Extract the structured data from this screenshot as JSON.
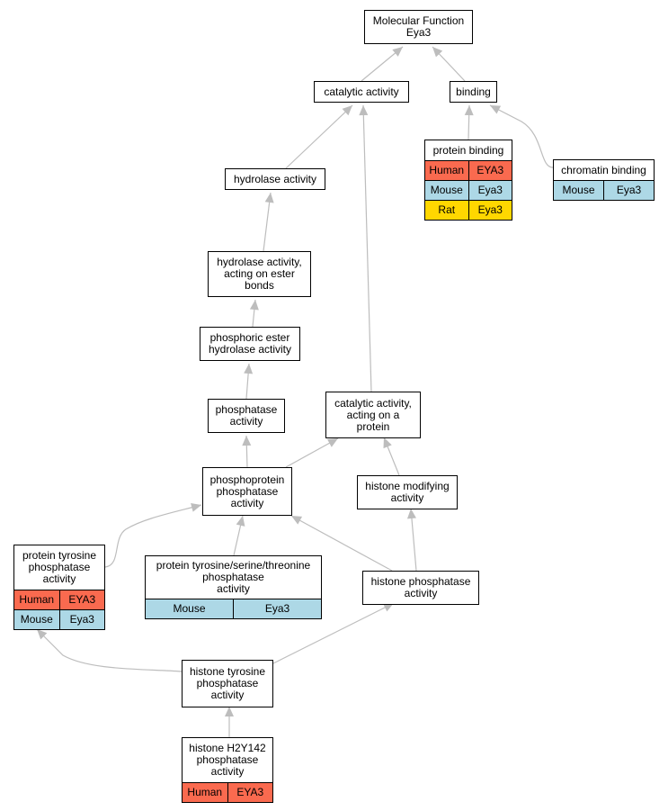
{
  "colors": {
    "edge": "#bdbdbd",
    "human": "#fa6a4f",
    "mouse": "#add8e6",
    "rat": "#ffd700",
    "border": "#000000",
    "node_fill": "#ffffff"
  },
  "nodes": {
    "molecular_function": {
      "label": "Molecular Function\nEya3",
      "rows": []
    },
    "catalytic_activity": {
      "label": "catalytic activity",
      "rows": []
    },
    "binding": {
      "label": "binding",
      "rows": []
    },
    "protein_binding": {
      "label": "protein binding",
      "rows": [
        {
          "species": "Human",
          "gene": "EYA3",
          "color": "#fa6a4f"
        },
        {
          "species": "Mouse",
          "gene": "Eya3",
          "color": "#add8e6"
        },
        {
          "species": "Rat",
          "gene": "Eya3",
          "color": "#ffd700"
        }
      ]
    },
    "chromatin_binding": {
      "label": "chromatin binding",
      "rows": [
        {
          "species": "Mouse",
          "gene": "Eya3",
          "color": "#add8e6"
        }
      ]
    },
    "hydrolase_activity": {
      "label": "hydrolase activity",
      "rows": []
    },
    "hydrolase_ester": {
      "label": "hydrolase activity,\nacting on ester\nbonds",
      "rows": []
    },
    "phosphoric_ester": {
      "label": "phosphoric ester\nhydrolase activity",
      "rows": []
    },
    "phosphatase_activity": {
      "label": "phosphatase\nactivity",
      "rows": []
    },
    "catalytic_on_protein": {
      "label": "catalytic activity,\nacting on a\nprotein",
      "rows": []
    },
    "phosphoprotein_phosphatase": {
      "label": "phosphoprotein\nphosphatase\nactivity",
      "rows": []
    },
    "histone_modifying": {
      "label": "histone modifying\nactivity",
      "rows": []
    },
    "protein_tyrosine_phosphatase": {
      "label": "protein tyrosine\nphosphatase\nactivity",
      "rows": [
        {
          "species": "Human",
          "gene": "EYA3",
          "color": "#fa6a4f"
        },
        {
          "species": "Mouse",
          "gene": "Eya3",
          "color": "#add8e6"
        }
      ]
    },
    "ptyr_ser_thr": {
      "label": "protein tyrosine/serine/threonine\nphosphatase\nactivity",
      "rows": [
        {
          "species": "Mouse",
          "gene": "Eya3",
          "color": "#add8e6"
        }
      ]
    },
    "histone_phosphatase": {
      "label": "histone phosphatase\nactivity",
      "rows": []
    },
    "histone_tyrosine_phosphatase": {
      "label": "histone tyrosine\nphosphatase\nactivity",
      "rows": []
    },
    "histone_h2y142": {
      "label": "histone H2Y142\nphosphatase\nactivity",
      "rows": [
        {
          "species": "Human",
          "gene": "EYA3",
          "color": "#fa6a4f"
        }
      ]
    }
  },
  "edges": [
    {
      "from": "catalytic_activity",
      "to": "molecular_function"
    },
    {
      "from": "binding",
      "to": "molecular_function"
    },
    {
      "from": "protein_binding",
      "to": "binding"
    },
    {
      "from": "chromatin_binding",
      "to": "binding"
    },
    {
      "from": "hydrolase_activity",
      "to": "catalytic_activity"
    },
    {
      "from": "catalytic_on_protein",
      "to": "catalytic_activity"
    },
    {
      "from": "hydrolase_ester",
      "to": "hydrolase_activity"
    },
    {
      "from": "phosphoric_ester",
      "to": "hydrolase_ester"
    },
    {
      "from": "phosphatase_activity",
      "to": "phosphoric_ester"
    },
    {
      "from": "phosphoprotein_phosphatase",
      "to": "phosphatase_activity"
    },
    {
      "from": "phosphoprotein_phosphatase",
      "to": "catalytic_on_protein"
    },
    {
      "from": "histone_modifying",
      "to": "catalytic_on_protein"
    },
    {
      "from": "protein_tyrosine_phosphatase",
      "to": "phosphoprotein_phosphatase"
    },
    {
      "from": "ptyr_ser_thr",
      "to": "phosphoprotein_phosphatase"
    },
    {
      "from": "histone_phosphatase",
      "to": "phosphoprotein_phosphatase"
    },
    {
      "from": "histone_phosphatase",
      "to": "histone_modifying"
    },
    {
      "from": "histone_tyrosine_phosphatase",
      "to": "protein_tyrosine_phosphatase"
    },
    {
      "from": "histone_tyrosine_phosphatase",
      "to": "histone_phosphatase"
    },
    {
      "from": "histone_h2y142",
      "to": "histone_tyrosine_phosphatase"
    }
  ]
}
